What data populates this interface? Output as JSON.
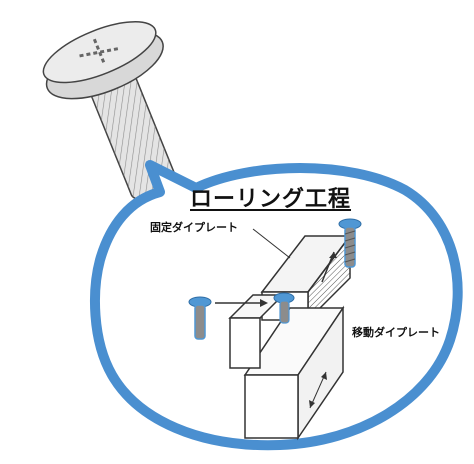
{
  "diagram": {
    "title": "ローリング工程",
    "fixed_die_label": "固定ダイプレート",
    "moving_die_label": "移動ダイプレート"
  },
  "colors": {
    "bubble_outline": "#4a8fd0",
    "screw_blue": "#4f97d4",
    "screw_grey": "#8c8c8c",
    "sketch_line": "#333333",
    "background": "#ffffff"
  },
  "icons": [
    "screw-sketch",
    "screw-blank-icon",
    "rolled-screw-icon",
    "die-plate-block"
  ]
}
